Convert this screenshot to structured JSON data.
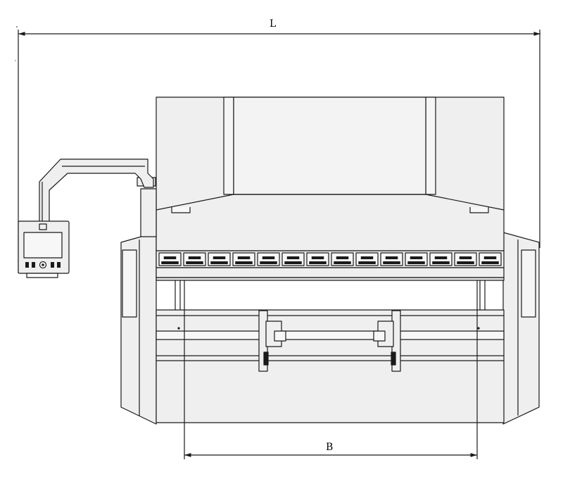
{
  "colors": {
    "line": "#1a1a1a",
    "fill": "#efefef",
    "background": "#ffffff"
  },
  "dimensions": {
    "overall_length_label": "L",
    "working_width_label": "B"
  },
  "components": [
    "upper-frame-icon",
    "side-housing-left-icon",
    "side-housing-right-icon",
    "lower-table-icon",
    "punch-tooling-row-icon",
    "back-gauge-finger-left-icon",
    "back-gauge-finger-right-icon",
    "control-panel-icon",
    "control-arm-icon"
  ],
  "tooling_segment_count": 14
}
